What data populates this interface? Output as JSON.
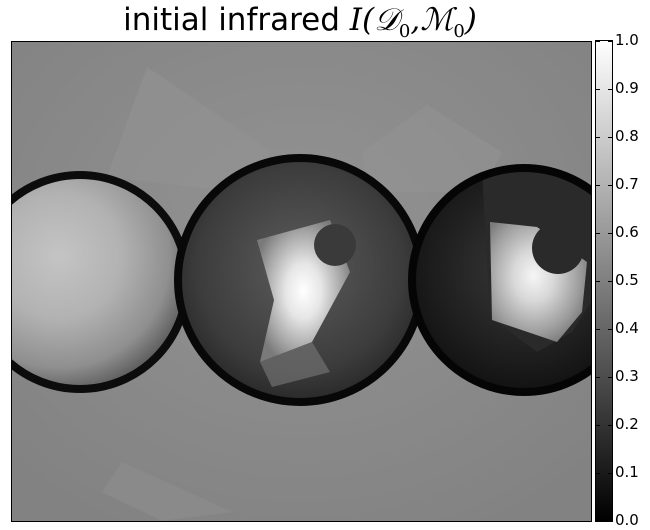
{
  "title": {
    "prefix": "initial infrared ",
    "math_I": "I(",
    "math_D": "𝒟",
    "sub_D": "0",
    "comma": ",",
    "math_M": "ℳ",
    "sub_M": "0",
    "close": ")"
  },
  "image": {
    "description_colormap": "gray",
    "value_range": [
      0.0,
      1.0
    ]
  },
  "colorbar": {
    "min": 0.0,
    "max": 1.0,
    "tick_labels": [
      "0.0",
      "0.1",
      "0.2",
      "0.3",
      "0.4",
      "0.5",
      "0.6",
      "0.7",
      "0.8",
      "0.9",
      "1.0"
    ]
  }
}
